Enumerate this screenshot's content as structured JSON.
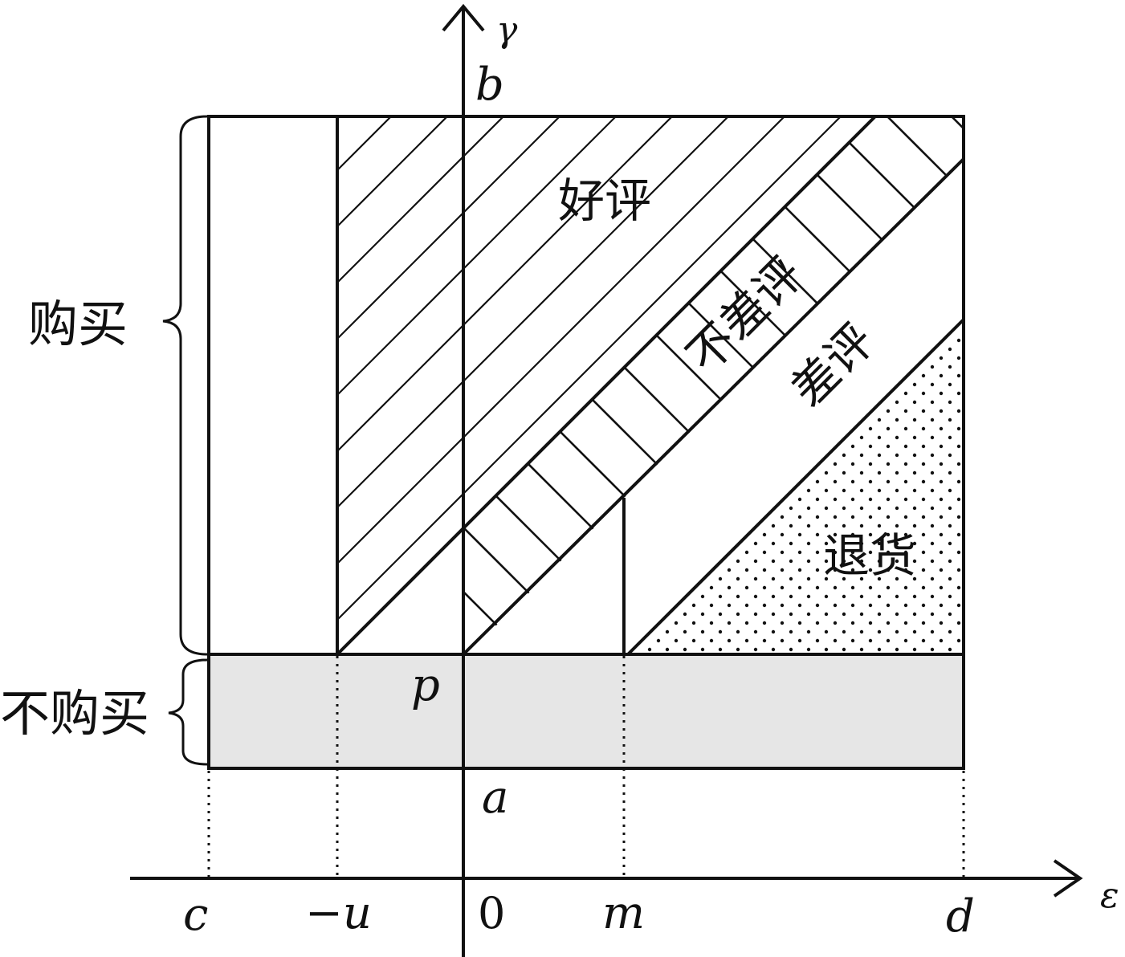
{
  "axes": {
    "y_label": "γ",
    "x_label": "ε"
  },
  "y_marks": {
    "b": "b",
    "p": "p",
    "a": "a"
  },
  "x_ticks": {
    "c": "c",
    "neg_u": "−u",
    "zero": "0",
    "m": "m",
    "d": "d"
  },
  "regions": {
    "good_review": "好评",
    "no_bad_review": "不差评",
    "bad_review": "差评",
    "return": "退货"
  },
  "brackets": {
    "buy": "购买",
    "not_buy": "不购买"
  },
  "colors": {
    "line": "#111111",
    "not_buy_fill": "#e6e6e6",
    "background": "#ffffff"
  }
}
